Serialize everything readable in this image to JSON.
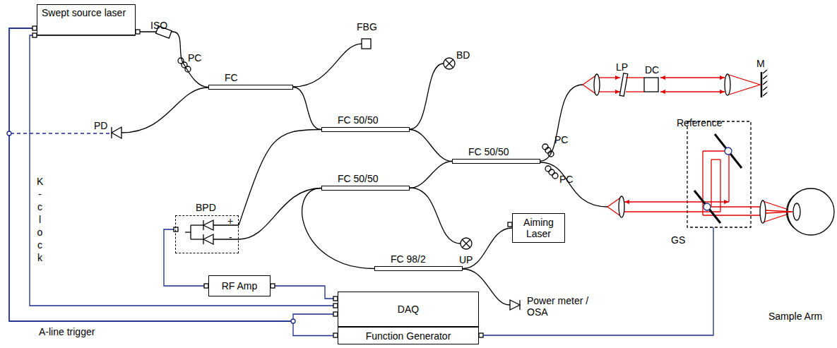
{
  "diagram": {
    "nodes": [
      {
        "text": [
          "Swept source laser"
        ]
      },
      {
        "text": [
          "FC"
        ]
      },
      {
        "text": [
          "FC 50/50"
        ]
      },
      {
        "text": [
          "FC 50/50"
        ]
      },
      {
        "text": [
          "FC 50/50"
        ]
      },
      {
        "text": [
          "FC 98/2"
        ]
      },
      {
        "text": [
          "BPD"
        ]
      },
      {
        "text": [
          "Aiming Laser"
        ]
      },
      {
        "text": [
          "RF Amp"
        ]
      },
      {
        "text": [
          "DAQ"
        ]
      },
      {
        "text": [
          "Function Generator"
        ]
      }
    ],
    "edges": [
      {
        "from": 0,
        "to": 1,
        "arrow": "none"
      },
      {
        "from": 1,
        "to": 2,
        "arrow": "none"
      },
      {
        "from": 2,
        "to": 3,
        "arrow": "none"
      },
      {
        "from": 2,
        "to": 6,
        "arrow": "none"
      },
      {
        "from": 3,
        "to": 4,
        "arrow": "none"
      },
      {
        "from": 4,
        "to": 6,
        "arrow": "none"
      },
      {
        "from": 4,
        "to": 5,
        "arrow": "none"
      },
      {
        "from": 5,
        "to": 7,
        "arrow": "none"
      },
      {
        "from": 6,
        "to": 8,
        "arrow": "none"
      },
      {
        "from": 8,
        "to": 9,
        "arrow": "none"
      },
      {
        "from": 0,
        "to": 9,
        "arrow": "none"
      },
      {
        "from": 0,
        "to": 9,
        "arrow": "none"
      },
      {
        "from": 0,
        "to": 10,
        "arrow": "none"
      }
    ],
    "labels": [
      "ISO",
      "PC",
      "FBG",
      "PD",
      "BD",
      "PC",
      "PC",
      "LP",
      "DC",
      "M",
      "Reference",
      "GS",
      "+",
      "-",
      "UP",
      "Power meter / OSA",
      "Sample Arm",
      "K-clock",
      "A-line trigger"
    ]
  }
}
